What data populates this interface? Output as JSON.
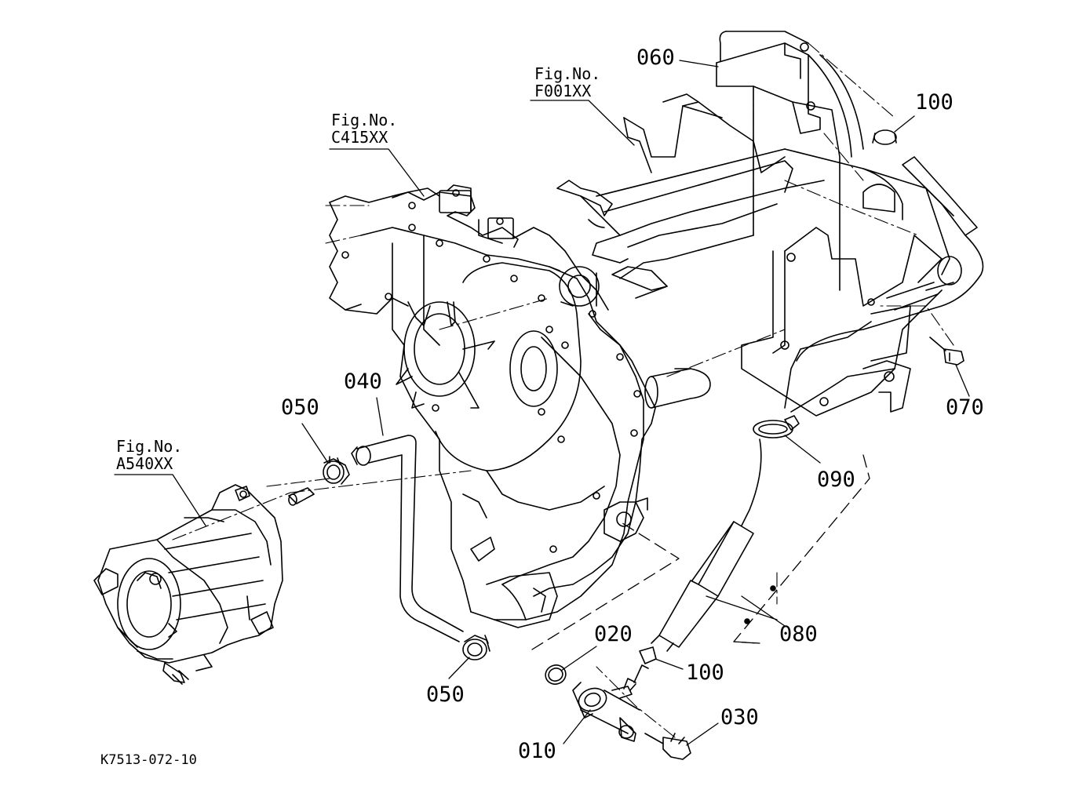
{
  "figure_refs": [
    {
      "line1": "Fig.No.",
      "line2": "F001XX"
    },
    {
      "line1": "Fig.No.",
      "line2": "C415XX"
    },
    {
      "line1": "Fig.No.",
      "line2": "A540XX"
    }
  ],
  "callouts": {
    "p010": "010",
    "p020": "020",
    "p030": "030",
    "p040": "040",
    "p050_top": "050",
    "p050_bottom": "050",
    "p060": "060",
    "p070": "070",
    "p080": "080",
    "p090": "090",
    "p100_top": "100",
    "p100_bottom": "100"
  },
  "drawing_code": "K7513-072-10"
}
